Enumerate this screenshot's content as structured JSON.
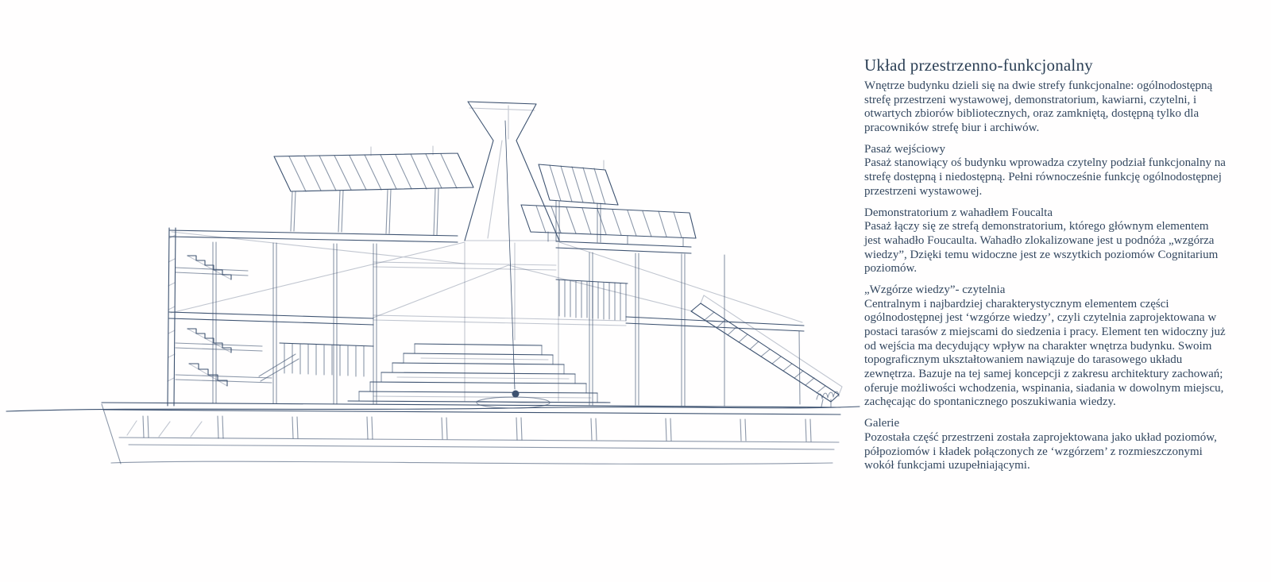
{
  "page": {
    "background": "#ffffff",
    "ink_color": "#3d5270",
    "text_color": "#33475f"
  },
  "figure": {
    "name": "cognitarium-section-sketch"
  },
  "article": {
    "title": "Układ przestrzenno-funkcjonalny",
    "intro": "Wnętrze budynku dzieli się na dwie strefy funkcjonalne: ogólnodostępną strefę przestrzeni wystawowej, demonstratorium, kawiarni, czytelni, i otwartych zbiorów bibliotecznych, oraz zamkniętą, dostępną tylko dla pracowników strefę biur i archiwów.",
    "sections": [
      {
        "heading": "Pasaż wejściowy",
        "body": "Pasaż stanowiący oś budynku wprowadza czytelny podział funkcjonalny na strefę dostępną i niedostępną. Pełni równocześnie funkcję ogólnodostępnej przestrzeni wystawowej."
      },
      {
        "heading": "Demonstratorium z wahadłem Foucalta",
        "body": "Pasaż łączy się ze strefą demonstratorium, którego głównym elementem jest wahadło Foucaulta. Wahadło zlokalizowane jest u podnóża „wzgórza wiedzy”, Dzięki temu widoczne jest ze wszytkich poziomów Cognitarium poziomów."
      },
      {
        "heading": "„Wzgórze wiedzy”- czytelnia",
        "body": "Centralnym i najbardziej charakterystycznym elementem części ogólnodostępnej jest ‘wzgórze wiedzy’, czyli czytelnia zaprojektowana w postaci tarasów z miejscami do siedzenia i pracy. Element ten widoczny już od wejścia ma decydujący wpływ na charakter wnętrza budynku. Swoim topograficznym ukształtowaniem nawiązuje do tarasowego układu zewnętrza. Bazuje na tej samej koncepcji z zakresu architektury zachowań; oferuje możliwości wchodzenia, wspinania, siadania w dowolnym miejscu, zachęcając do spontanicznego poszukiwania wiedzy."
      },
      {
        "heading": "Galerie",
        "body": "Pozostała część przestrzeni została zaprojektowana jako układ poziomów, półpoziomów i kładek połączonych ze ‘wzgórzem’ z rozmieszczonymi wokół funkcjami uzupełniającymi."
      }
    ]
  }
}
